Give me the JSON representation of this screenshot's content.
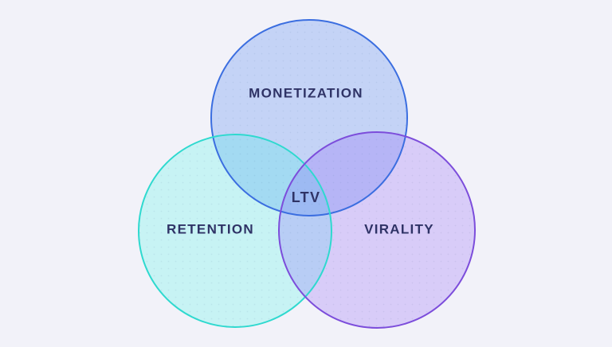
{
  "background_color": "#f2f2f9",
  "text_color": "#2f3366",
  "venn": {
    "type": "venn-diagram",
    "description": "Three-circle Venn diagram; intersection of all three sets is labeled LTV",
    "sets": [
      {
        "id": "monetization",
        "label": "MONETIZATION",
        "fill": "#5b8bf0",
        "stroke": "#3b6ee0",
        "position": "top"
      },
      {
        "id": "retention",
        "label": "RETENTION",
        "fill": "#2ff7e3",
        "stroke": "#2fd9cf",
        "position": "bottom-left"
      },
      {
        "id": "virality",
        "label": "VIRALITY",
        "fill": "#8b5cf6",
        "stroke": "#7c4ddb",
        "position": "bottom-right"
      }
    ],
    "intersection_label": "LTV"
  }
}
